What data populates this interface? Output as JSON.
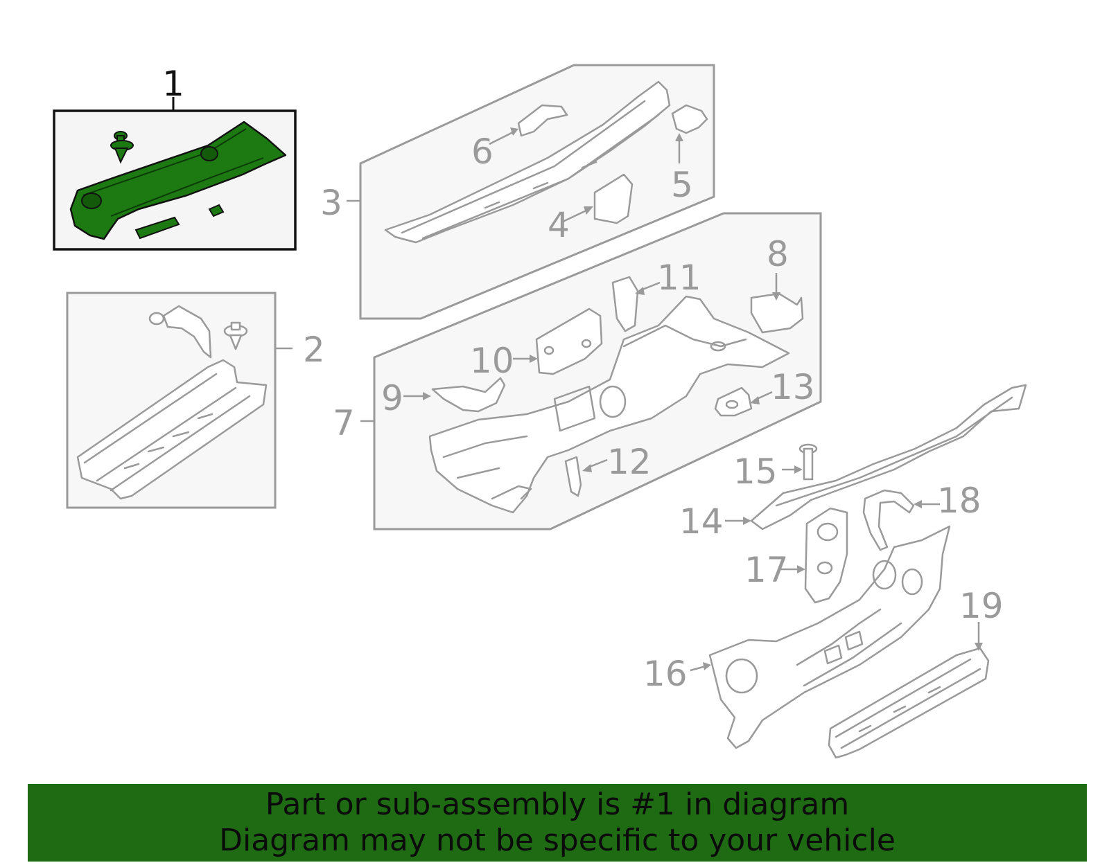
{
  "colors": {
    "highlight_part": "#1d7a12",
    "banner_bg": "#1f6b14",
    "line_gray": "#9a9a9a"
  },
  "callouts": {
    "c1": "1",
    "c2": "2",
    "c3": "3",
    "c4": "4",
    "c5": "5",
    "c6": "6",
    "c7": "7",
    "c8": "8",
    "c9": "9",
    "c10": "10",
    "c11": "11",
    "c12": "12",
    "c13": "13",
    "c14": "14",
    "c15": "15",
    "c16": "16",
    "c17": "17",
    "c18": "18",
    "c19": "19"
  },
  "banner": {
    "line1": "Part or sub-assembly is #1 in diagram",
    "line2": "Diagram may not be specific to your vehicle"
  }
}
